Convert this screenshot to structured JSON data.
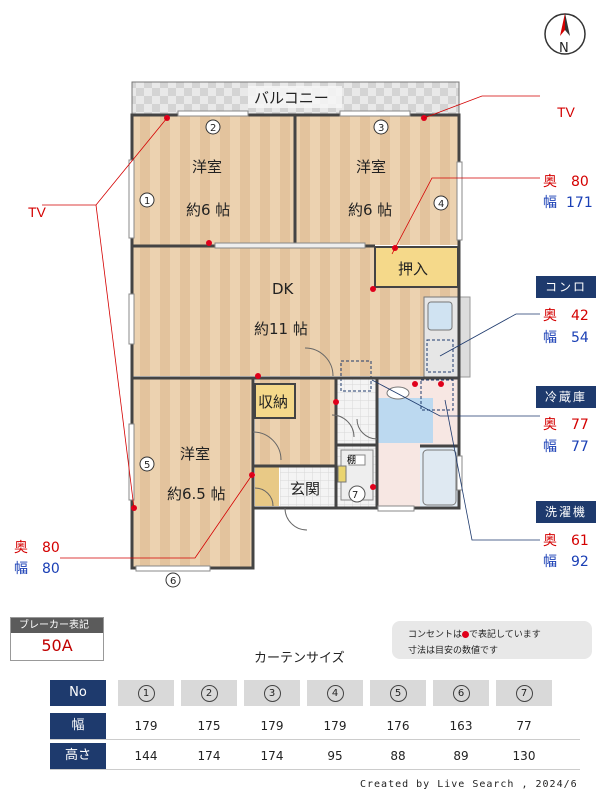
{
  "floorplan": {
    "compass_label": "N",
    "balcony": "バルコニー",
    "rooms": {
      "western_room_1": {
        "name": "洋室",
        "size": "約6 帖"
      },
      "western_room_2": {
        "name": "洋室",
        "size": "約6 帖"
      },
      "dk": {
        "name": "DK",
        "size": "約11 帖"
      },
      "western_room_3": {
        "name": "洋室",
        "size": "約6.5 帖"
      },
      "oshiire": "押入",
      "shuno": "収納",
      "genkan": "玄関",
      "tana": "棚"
    },
    "window_numbers": [
      "1",
      "2",
      "3",
      "4",
      "5",
      "6",
      "7"
    ],
    "tv_labels": [
      "TV",
      "TV"
    ],
    "dimensions": {
      "oshiire": {
        "depth_label": "奥",
        "depth": "80",
        "width_label": "幅",
        "width": "171"
      },
      "konro": {
        "title": "コンロ",
        "depth_label": "奥",
        "depth": "42",
        "width_label": "幅",
        "width": "54"
      },
      "reizouko": {
        "title": "冷蔵庫",
        "depth_label": "奥",
        "depth": "77",
        "width_label": "幅",
        "width": "77"
      },
      "sentakuki": {
        "title": "洗濯機",
        "depth_label": "奥",
        "depth": "61",
        "width_label": "幅",
        "width": "92"
      },
      "shuno": {
        "depth_label": "奥",
        "depth": "80",
        "width_label": "幅",
        "width": "80"
      }
    }
  },
  "breaker": {
    "label": "ブレーカー表記",
    "value": "50A"
  },
  "note": {
    "line1_pre": "コンセントは",
    "line1_post": "で表記しています",
    "line2": "寸法は目安の数値です"
  },
  "curtain": {
    "title": "カーテンサイズ",
    "headers": [
      "No",
      "幅",
      "高さ"
    ],
    "numbers": [
      "1",
      "2",
      "3",
      "4",
      "5",
      "6",
      "7"
    ],
    "widths": [
      "179",
      "175",
      "179",
      "179",
      "176",
      "163",
      "77"
    ],
    "heights": [
      "144",
      "174",
      "174",
      "95",
      "88",
      "89",
      "130"
    ]
  },
  "credit": "Created by Live Search , 2024/6",
  "colors": {
    "navy": "#1e3a6d",
    "red": "#d40000",
    "blue": "#1a3fb5",
    "floor": "#e6c9a5"
  }
}
